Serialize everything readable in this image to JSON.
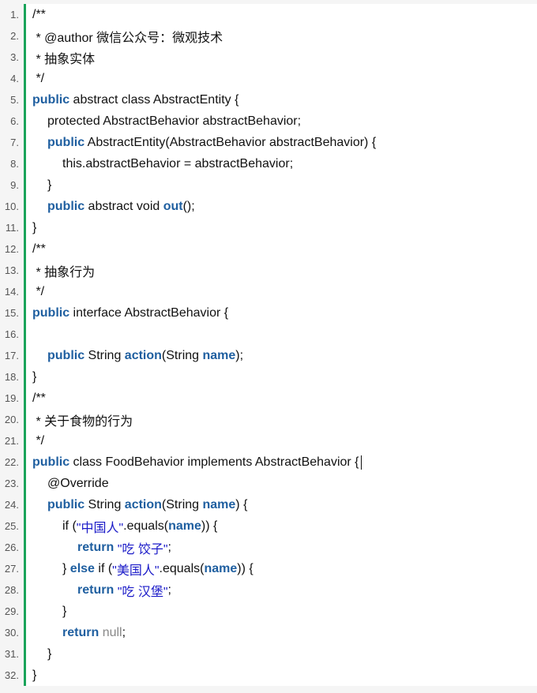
{
  "code": {
    "lines": [
      {
        "num": "1.",
        "t": [
          "/**"
        ]
      },
      {
        "num": "2.",
        "t": [
          " * @author 微信公众号：微观技术"
        ]
      },
      {
        "num": "3.",
        "t": [
          " * 抽象实体"
        ]
      },
      {
        "num": "4.",
        "t": [
          " */"
        ]
      },
      {
        "num": "5.",
        "t": [
          "public",
          " abstract class AbstractEntity {"
        ]
      },
      {
        "num": "6.",
        "t": [
          "protected AbstractBehavior abstractBehavior;"
        ]
      },
      {
        "num": "7.",
        "t": [
          "public",
          " AbstractEntity(AbstractBehavior abstractBehavior) {"
        ]
      },
      {
        "num": "8.",
        "t": [
          "this.abstractBehavior = abstractBehavior;"
        ]
      },
      {
        "num": "9.",
        "t": [
          "}"
        ]
      },
      {
        "num": "10.",
        "t": [
          "public",
          " abstract void ",
          "out",
          "();"
        ]
      },
      {
        "num": "11.",
        "t": [
          "}"
        ]
      },
      {
        "num": "12.",
        "t": [
          "/**"
        ]
      },
      {
        "num": "13.",
        "t": [
          " * 抽象行为"
        ]
      },
      {
        "num": "14.",
        "t": [
          " */"
        ]
      },
      {
        "num": "15.",
        "t": [
          "public",
          " interface AbstractBehavior {"
        ]
      },
      {
        "num": "16.",
        "t": [
          ""
        ]
      },
      {
        "num": "17.",
        "t": [
          "public",
          " String ",
          "action",
          "(String ",
          "name",
          ");"
        ]
      },
      {
        "num": "18.",
        "t": [
          "}"
        ]
      },
      {
        "num": "19.",
        "t": [
          "/**"
        ]
      },
      {
        "num": "20.",
        "t": [
          " * 关于食物的行为"
        ]
      },
      {
        "num": "21.",
        "t": [
          " */"
        ]
      },
      {
        "num": "22.",
        "t": [
          "public",
          " class FoodBehavior implements AbstractBehavior {"
        ]
      },
      {
        "num": "23.",
        "t": [
          "@Override"
        ]
      },
      {
        "num": "24.",
        "t": [
          "public",
          " String ",
          "action",
          "(String ",
          "name",
          ") {"
        ]
      },
      {
        "num": "25.",
        "t": [
          "if (",
          "\"中国人\"",
          ".equals(",
          "name",
          ")) {"
        ]
      },
      {
        "num": "26.",
        "t": [
          "return",
          " ",
          "\"吃 饺子\"",
          ";"
        ]
      },
      {
        "num": "27.",
        "t": [
          "} ",
          "else",
          " if (",
          "\"美国人\"",
          ".equals(",
          "name",
          ")) {"
        ]
      },
      {
        "num": "28.",
        "t": [
          "return",
          " ",
          "\"吃 汉堡\"",
          ";"
        ]
      },
      {
        "num": "29.",
        "t": [
          "}"
        ]
      },
      {
        "num": "30.",
        "t": [
          "return",
          " ",
          "null",
          ";"
        ]
      },
      {
        "num": "31.",
        "t": [
          "}"
        ]
      },
      {
        "num": "32.",
        "t": [
          "}"
        ]
      }
    ]
  },
  "colors": {
    "keyword": "#1f5fa0",
    "string": "#1a1ac8",
    "null": "#888888",
    "gutter_bar": "#1aa45a"
  }
}
